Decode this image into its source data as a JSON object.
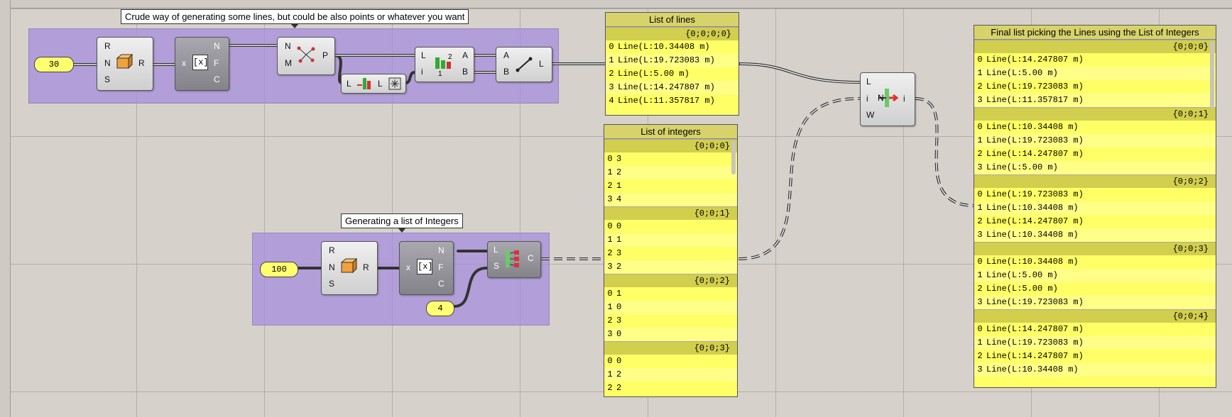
{
  "annotations": {
    "top": "Crude way of generating some lines, but could be also points or whatever you want",
    "bottom": "Generating a list of Integers"
  },
  "sliders": {
    "count": "30",
    "seed": "100",
    "subset": "4"
  },
  "components": {
    "random1": {
      "inputs": [
        "R",
        "N",
        "S"
      ],
      "output": "R"
    },
    "expr1": {
      "input": "x",
      "outputs": [
        "N",
        "F",
        "C"
      ],
      "icon": "[x]"
    },
    "pop": {
      "inputs": [
        "N",
        "M"
      ],
      "output": "P"
    },
    "sublist": {
      "inputs": [
        "L",
        "i"
      ],
      "outputs": [
        "A",
        "B"
      ]
    },
    "shift": {
      "input": "L",
      "output": "L"
    },
    "line": {
      "inputs": [
        "A",
        "B"
      ],
      "output": "L"
    },
    "random2": {
      "inputs": [
        "R",
        "N",
        "S"
      ],
      "output": "R"
    },
    "expr2": {
      "input": "x",
      "outputs": [
        "N",
        "F",
        "C"
      ],
      "icon": "[x]"
    },
    "split": {
      "inputs": [
        "L",
        "S"
      ],
      "output": "C"
    },
    "listitem": {
      "inputs": [
        "L",
        "i",
        "W"
      ],
      "output": "i"
    }
  },
  "panels": {
    "lines": {
      "title": "List of lines",
      "groups": [
        {
          "path": "{0;0;0;0}",
          "rows": [
            "Line(L:10.34408 m)",
            "Line(L:19.723083 m)",
            "Line(L:5.00 m)",
            "Line(L:14.247807 m)",
            "Line(L:11.357817 m)"
          ]
        }
      ]
    },
    "integers": {
      "title": "List of integers",
      "groups": [
        {
          "path": "{0;0;0}",
          "rows": [
            "3",
            "2",
            "1",
            "4"
          ]
        },
        {
          "path": "{0;0;1}",
          "rows": [
            "0",
            "1",
            "3",
            "2"
          ]
        },
        {
          "path": "{0;0;2}",
          "rows": [
            "1",
            "0",
            "3",
            "0"
          ]
        },
        {
          "path": "{0;0;3}",
          "rows": [
            "0",
            "2",
            "2"
          ]
        }
      ]
    },
    "final": {
      "title": "Final list picking the Lines using the List of Integers",
      "groups": [
        {
          "path": "{0;0;0}",
          "rows": [
            "Line(L:14.247807 m)",
            "Line(L:5.00 m)",
            "Line(L:19.723083 m)",
            "Line(L:11.357817 m)"
          ]
        },
        {
          "path": "{0;0;1}",
          "rows": [
            "Line(L:10.34408 m)",
            "Line(L:19.723083 m)",
            "Line(L:14.247807 m)",
            "Line(L:5.00 m)"
          ]
        },
        {
          "path": "{0;0;2}",
          "rows": [
            "Line(L:19.723083 m)",
            "Line(L:10.34408 m)",
            "Line(L:14.247807 m)",
            "Line(L:10.34408 m)"
          ]
        },
        {
          "path": "{0;0;3}",
          "rows": [
            "Line(L:10.34408 m)",
            "Line(L:5.00 m)",
            "Line(L:5.00 m)",
            "Line(L:19.723083 m)"
          ]
        },
        {
          "path": "{0;0;4}",
          "rows": [
            "Line(L:14.247807 m)",
            "Line(L:19.723083 m)",
            "Line(L:14.247807 m)",
            "Line(L:10.34408 m)"
          ]
        }
      ]
    }
  },
  "colors": {
    "group": "#a58cdc",
    "panel": "#ffff66",
    "canvas": "#d6d2cb"
  }
}
